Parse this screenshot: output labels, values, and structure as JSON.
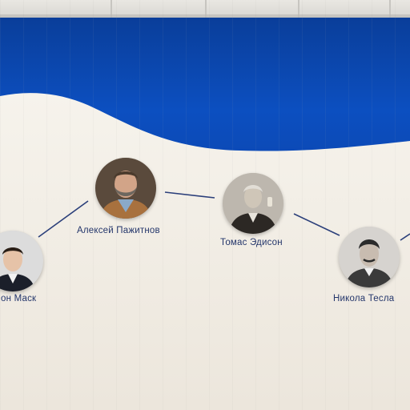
{
  "timeline": {
    "people": [
      {
        "id": "musk",
        "name": "лон Маск",
        "photo": "portrait-elon-musk"
      },
      {
        "id": "pajitnov",
        "name": "Алексей Пажитнов",
        "photo": "portrait-alexey-pajitnov"
      },
      {
        "id": "edison",
        "name": "Томас Эдисон",
        "photo": "portrait-thomas-edison"
      },
      {
        "id": "tesla",
        "name": "Никола Тесла",
        "photo": "portrait-nikola-tesla"
      }
    ]
  },
  "colors": {
    "wall_blue": "#0c4fc0",
    "wall_cream": "#f3efe7",
    "connector": "#2b3f7a",
    "label_text": "#24366b"
  }
}
